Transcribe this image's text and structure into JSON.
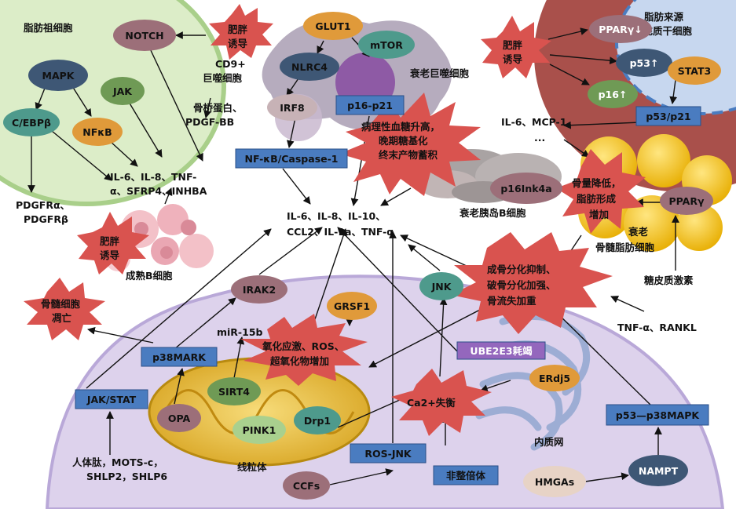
{
  "regions": {
    "adipose_progenitor": "脂肪祖细胞",
    "msc": [
      "脂肪来源",
      "间充质干细胞"
    ],
    "senescent_macrophage": "衰老巨噬细胞",
    "senescent_beta": "衰老胰岛B细胞",
    "mature_b": "成熟B细胞",
    "bm_adipocyte": [
      "衰老",
      "骨髓脂肪细胞"
    ],
    "mitochondria": "线粒体",
    "er": "内质网",
    "cd9_macrophage": [
      "CD9+",
      "巨噬细胞"
    ]
  },
  "nodes": {
    "notch": "NOTCH",
    "mapk": "MAPK",
    "jak": "JAK",
    "cebpb": "C/EBPβ",
    "nfkb": "NFκB",
    "glut1": "GLUT1",
    "nlrc4": "NLRC4",
    "mtor": "mTOR",
    "irf8": "IRF8",
    "p16_p21_box": "p16-p21",
    "nfkb_casp": "NF-κB/Caspase-1",
    "pparg_down": "PPARγ↓",
    "p53_up": "p53↑",
    "stat3": "STAT3",
    "p16_up": "p16↑",
    "p53_p21": "p53/p21",
    "p16ink4a": "p16Ink4a",
    "pparg": "PPARγ",
    "irak2": "IRAK2",
    "grsf1": "GRSF1",
    "jnk": "JNK",
    "ube2e3": "UBE2E3耗竭",
    "erdj5": "ERdj5",
    "p38mark": "p38MARK",
    "jakstat": "JAK/STAT",
    "sirt4": "SIRT4",
    "opa": "OPA",
    "pink1": "PINK1",
    "drp1": "Drp1",
    "rosjnk": "ROS-JNK",
    "ccfs": "CCFs",
    "aneuploidy": "非整倍体",
    "hmgas": "HMGAs",
    "nampt": "NAMPT",
    "p53p38": "p53—p38MAPK"
  },
  "bursts": {
    "obesity1": [
      "肥胖",
      "诱导"
    ],
    "obesity2": [
      "肥胖",
      "诱导"
    ],
    "obesity3": [
      "肥胖",
      "诱导"
    ],
    "hyperglycemia": [
      "病理性血糖升高，",
      "晚期糖基化",
      "终末产物蓄积"
    ],
    "bone_fat": [
      "骨量降低，",
      "脂肪形成",
      "增加"
    ],
    "osteo": [
      "成骨分化抑制、",
      "破骨分化加强、",
      "骨流失加重"
    ],
    "bm_apoptosis": [
      "骨髓细胞",
      "凋亡"
    ],
    "oxidative": [
      "氧化应激、ROS、",
      "超氧化物增加"
    ],
    "ca2": "Ca2+失衡"
  },
  "labels": {
    "center": [
      "IL-6、IL-8、IL-10、",
      "CCL2、IL-1a、TNF-α"
    ],
    "pdgfr": [
      "PDGFRα、",
      "PDGFRβ"
    ],
    "il6_left": [
      "IL-6、IL-8、TNF-",
      "α、SFRP4、INHBA"
    ],
    "osteopontin": [
      "骨桥蛋白、",
      "PDGF-BB"
    ],
    "il6_mcp1": "IL-6、MCP-1",
    "ellipsis": "...",
    "glucocorticoid": "糖皮质激素",
    "tnf_rankl": "TNF-α、RANKL",
    "mir15b": "miR-15b",
    "humanin": [
      "人体肽，MOTS-c，",
      "SHLP2，SHLP6"
    ]
  },
  "colors": {
    "burst": "#d9534f",
    "box_blue": "#4a7cc0",
    "box_purple": "#9467bd",
    "green_oval": "#6f9a55",
    "teal_oval": "#4e9a8c",
    "navy_oval": "#3e5775",
    "orange_oval": "#e09a3a",
    "mauve_oval": "#9c6f79",
    "light_green_oval": "#a9d08e",
    "grey_oval": "#c7b2b6",
    "cell_green": "#dcedc8",
    "cell_lavender": "#ddd2ec",
    "msc_red": "#9e4a46",
    "mito_yellow": "#e3b53a",
    "fat_yellow": "#f2c21a"
  }
}
